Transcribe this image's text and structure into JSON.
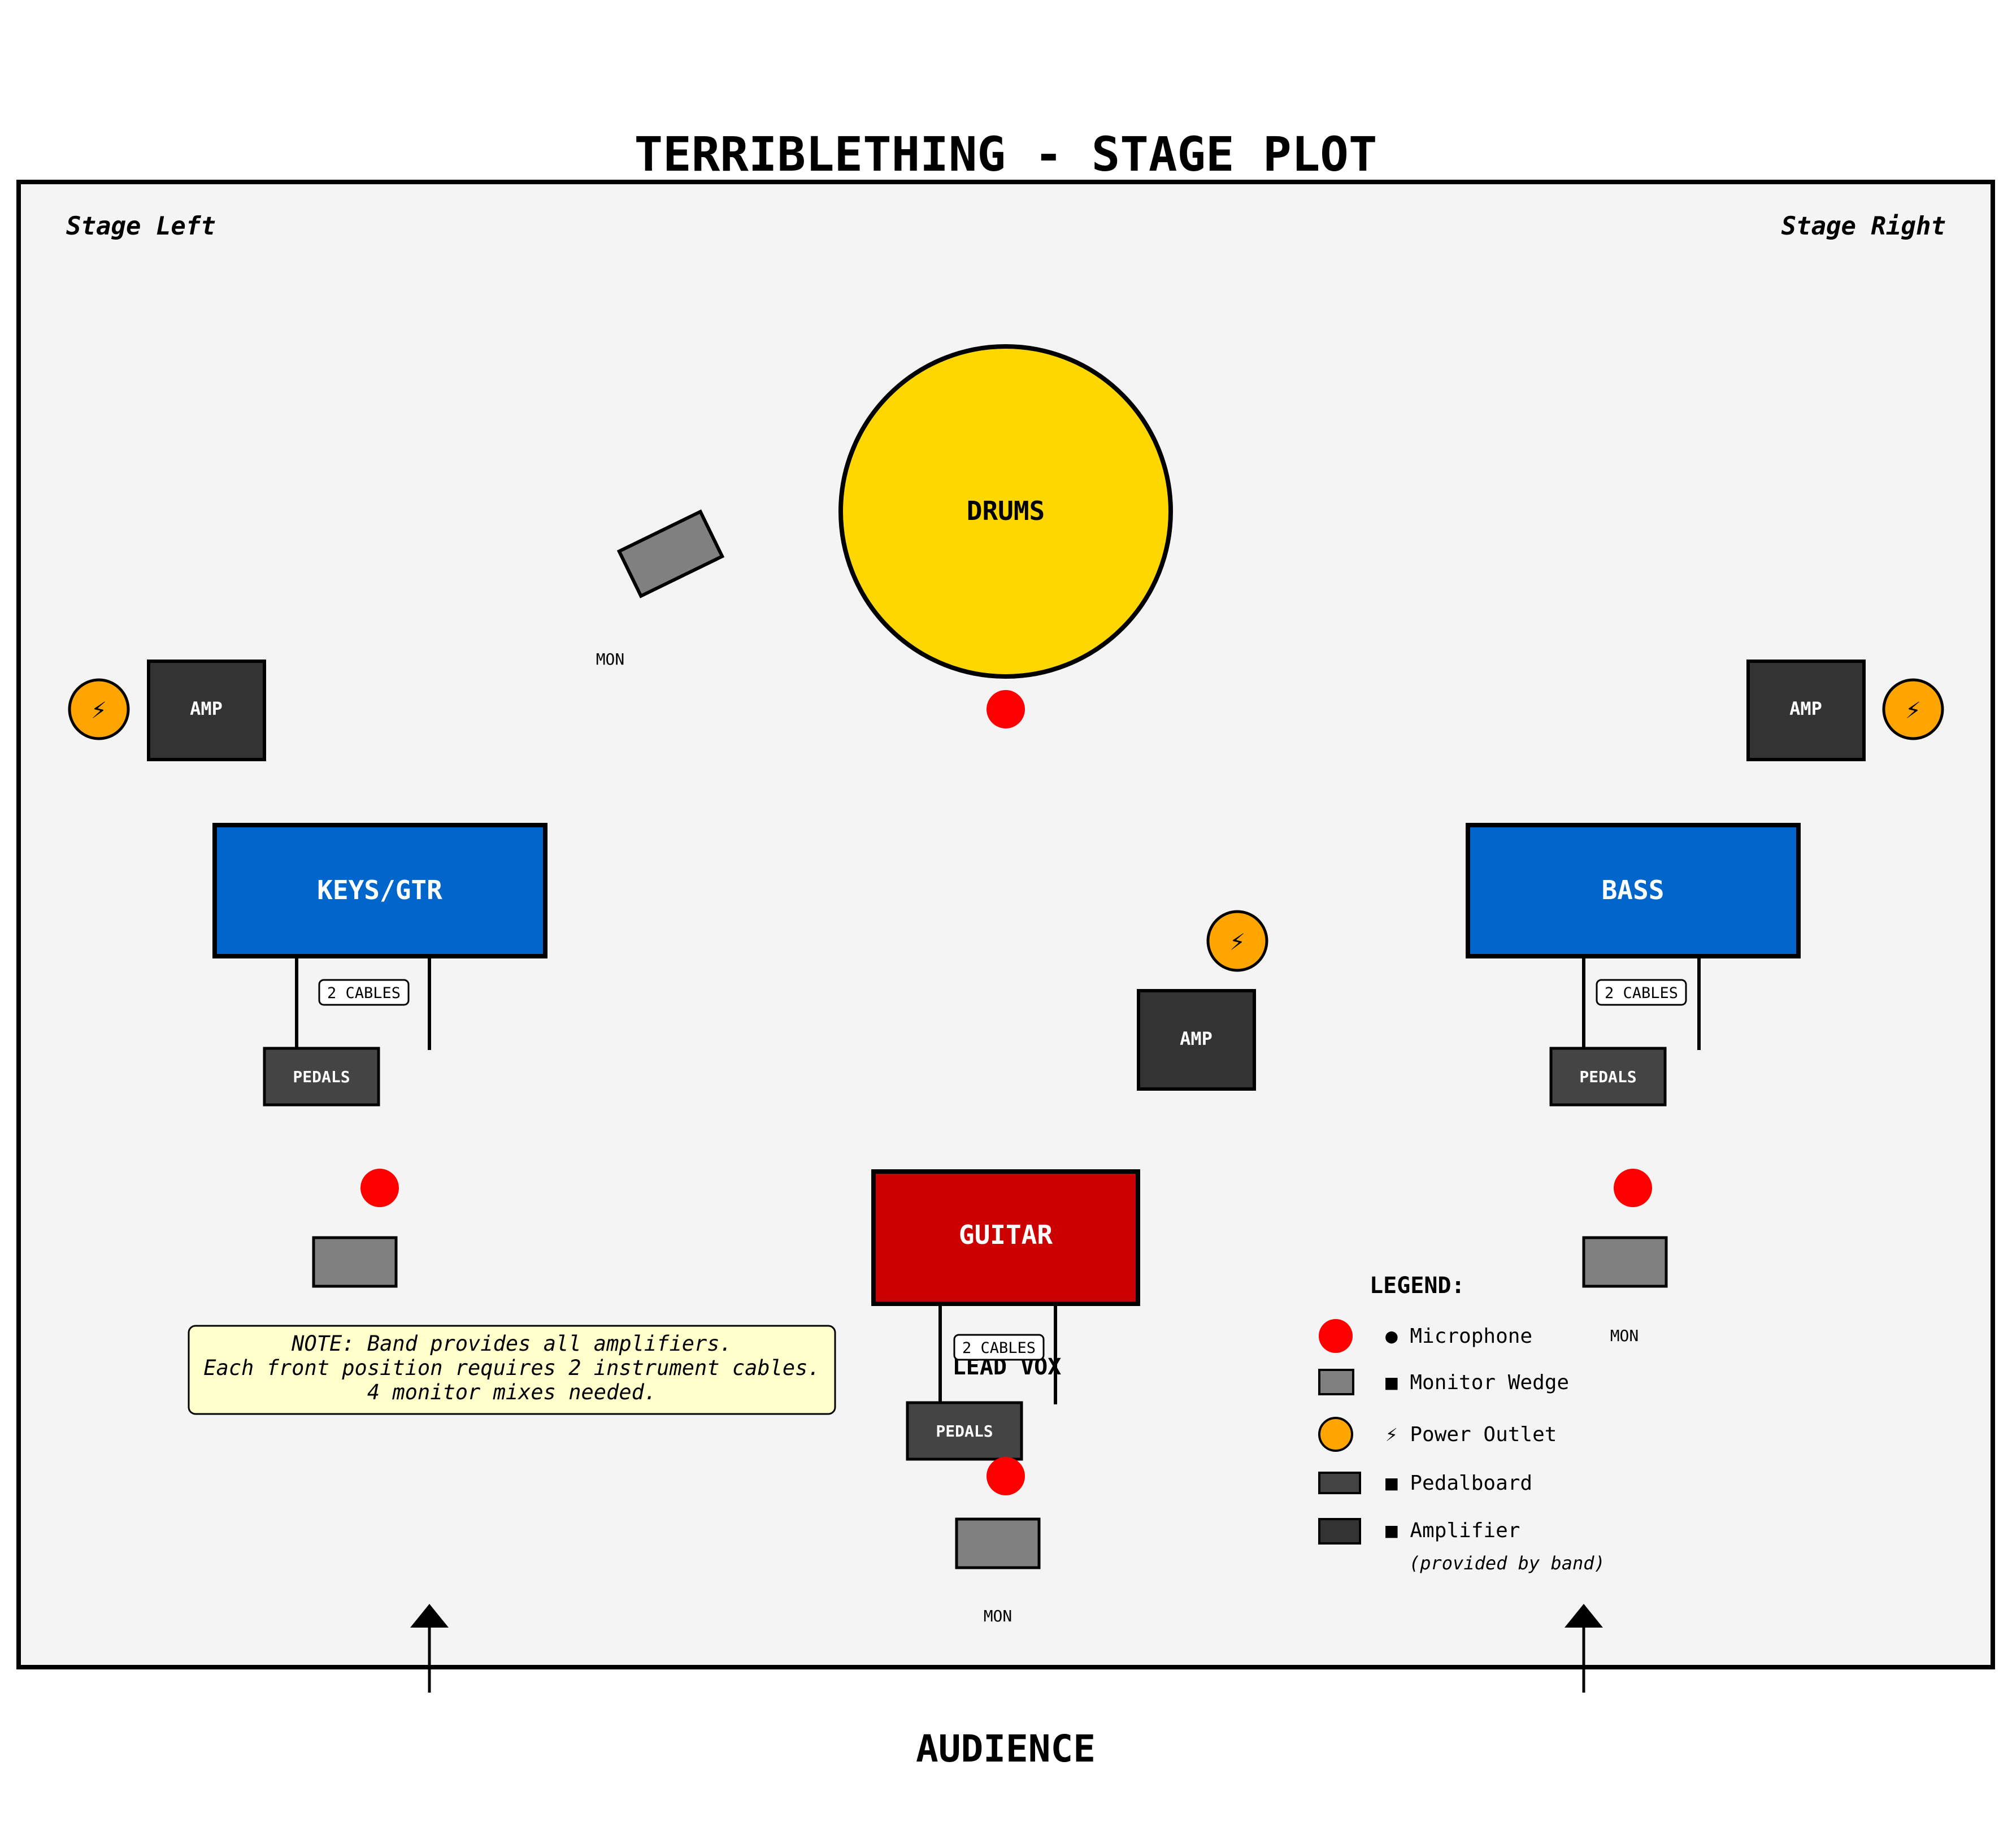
{
  "title": "TERRIBLETHING - STAGE PLOT",
  "stage": {
    "left_label": "Stage Left",
    "right_label": "Stage Right"
  },
  "audience_label": "AUDIENCE",
  "positions": {
    "drums": "DRUMS",
    "keys_gtr": "KEYS/GTR",
    "bass": "BASS",
    "guitar": "GUITAR",
    "lead_vox": "LEAD VOX"
  },
  "equipment": {
    "amp": "AMP",
    "pedals": "PEDALS",
    "monitor": "MON",
    "cables": "2 CABLES",
    "power_icon": "⚡"
  },
  "note": {
    "lines": [
      "NOTE: Band provides all amplifiers.",
      "Each front position requires 2 instrument cables.",
      "4 monitor mixes needed."
    ]
  },
  "legend": {
    "title": "LEGEND:",
    "items": [
      {
        "icon": "microphone-icon",
        "label": "● Microphone"
      },
      {
        "icon": "monitor-wedge-icon",
        "label": "■ Monitor Wedge"
      },
      {
        "icon": "power-outlet-icon",
        "label": "⚡ Power Outlet"
      },
      {
        "icon": "pedalboard-icon",
        "label": "■ Pedalboard"
      },
      {
        "icon": "amplifier-icon",
        "label": "■ Amplifier"
      }
    ],
    "note": "(provided by band)"
  },
  "colors": {
    "stage_bg": "#f4f4f4",
    "drums": "#ffd700",
    "keys_bass": "#0066cc",
    "guitar": "#cc0000",
    "amp": "#333333",
    "pedals": "#444444",
    "monitor": "#808080",
    "mic": "#ff0000",
    "power": "#ffa500",
    "note_bg": "#ffffcc"
  }
}
